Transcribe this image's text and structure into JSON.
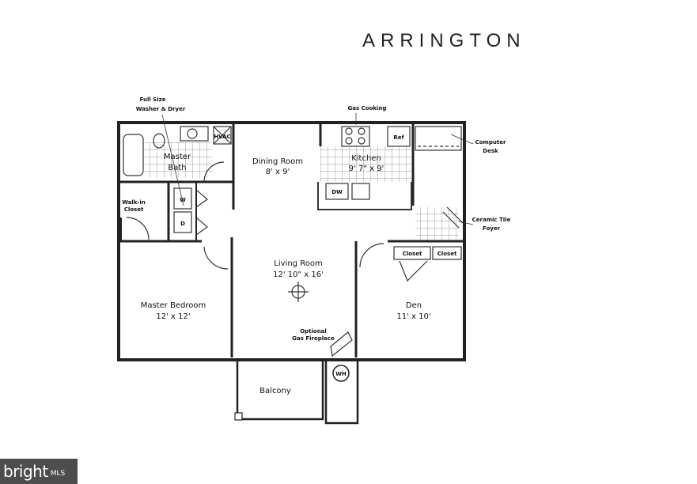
{
  "title": "ARRINGTON",
  "rooms": {
    "master_bath": {
      "name": "Master",
      "name2": "Bath"
    },
    "dining_room": {
      "name": "Dining Room",
      "size": "8' x 9'"
    },
    "kitchen": {
      "name": "Kitchen",
      "size": "9' 7\" x 9'"
    },
    "living_room": {
      "name": "Living Room",
      "size": "12' 10\" x 16'"
    },
    "master_bedroom": {
      "name": "Master Bedroom",
      "size": "12' x 12'"
    },
    "den": {
      "name": "Den",
      "size": "11' x 10'"
    },
    "balcony": {
      "name": "Balcony"
    },
    "walk_in_closet": {
      "name": "Walk-in",
      "name2": "Closet"
    }
  },
  "callouts": {
    "washer_dryer_1": "Full Size",
    "washer_dryer_2": "Washer & Dryer",
    "gas_cooking": "Gas Cooking",
    "computer_desk_1": "Computer",
    "computer_desk_2": "Desk",
    "ceramic_foyer_1": "Ceramic Tile",
    "ceramic_foyer_2": "Foyer",
    "fireplace_1": "Optional",
    "fireplace_2": "Gas Fireplace"
  },
  "fixtures": {
    "hvac": "HVAC",
    "refrigerator": "Ref",
    "dishwasher": "DW",
    "washer": "W",
    "dryer": "D",
    "water_heater": "WH",
    "closet_1": "Closet",
    "closet_2": "Closet"
  },
  "watermark": {
    "brand": "bright",
    "suffix": "MLS"
  }
}
